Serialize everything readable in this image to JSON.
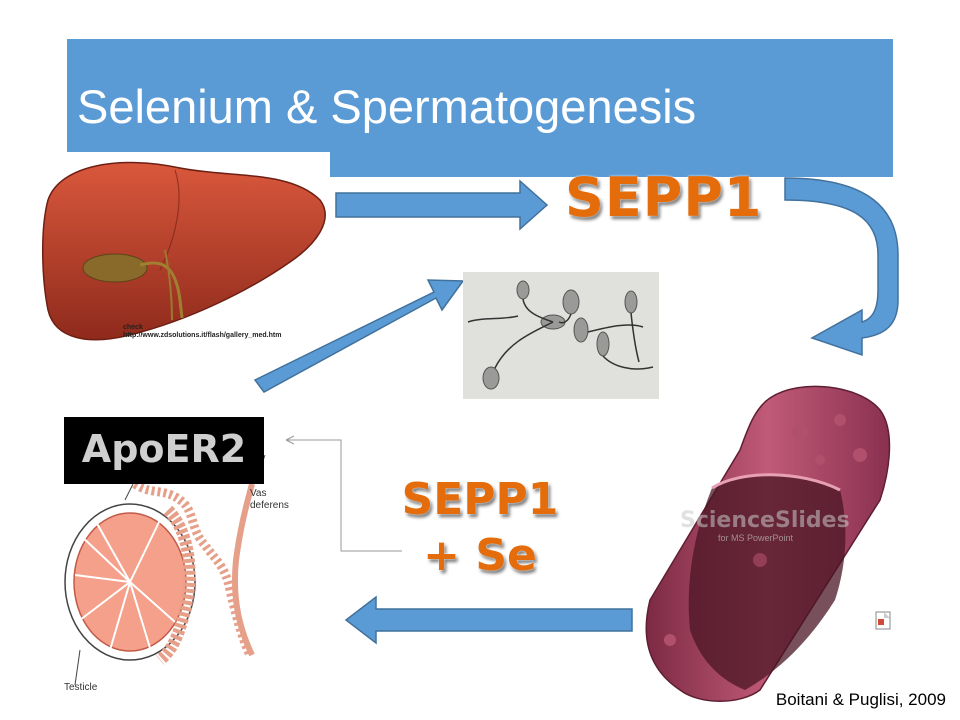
{
  "title": "Selenium & Spermatogenesis",
  "labels": {
    "sepp1_top": "SEPP1",
    "sepp1_se_line1": "SEPP1",
    "sepp1_se_line2": "+ Se",
    "apoer2": "ApoER2"
  },
  "liver_note": {
    "line1": "check",
    "line2": "http://www.zdsolutions.it/flash/gallery_med.htm"
  },
  "anatomy_labels": {
    "vas_deferens_line1": "Vas",
    "vas_deferens_line2": "deferens",
    "testicle": "Testicle"
  },
  "watermark": {
    "main": "ScienceSlides",
    "sub": "for MS PowerPoint"
  },
  "citation": "Boitani & Puglisi, 2009",
  "colors": {
    "title_bar": "#5b9bd5",
    "arrow": "#5b9bd5",
    "label_orange": "#e46c0a",
    "liver": "#b83a25",
    "vessel": "#9c3a55"
  },
  "icons": [
    "liver-image",
    "sperm-micrograph",
    "blood-vessel-image",
    "testis-diagram",
    "document-icon"
  ]
}
